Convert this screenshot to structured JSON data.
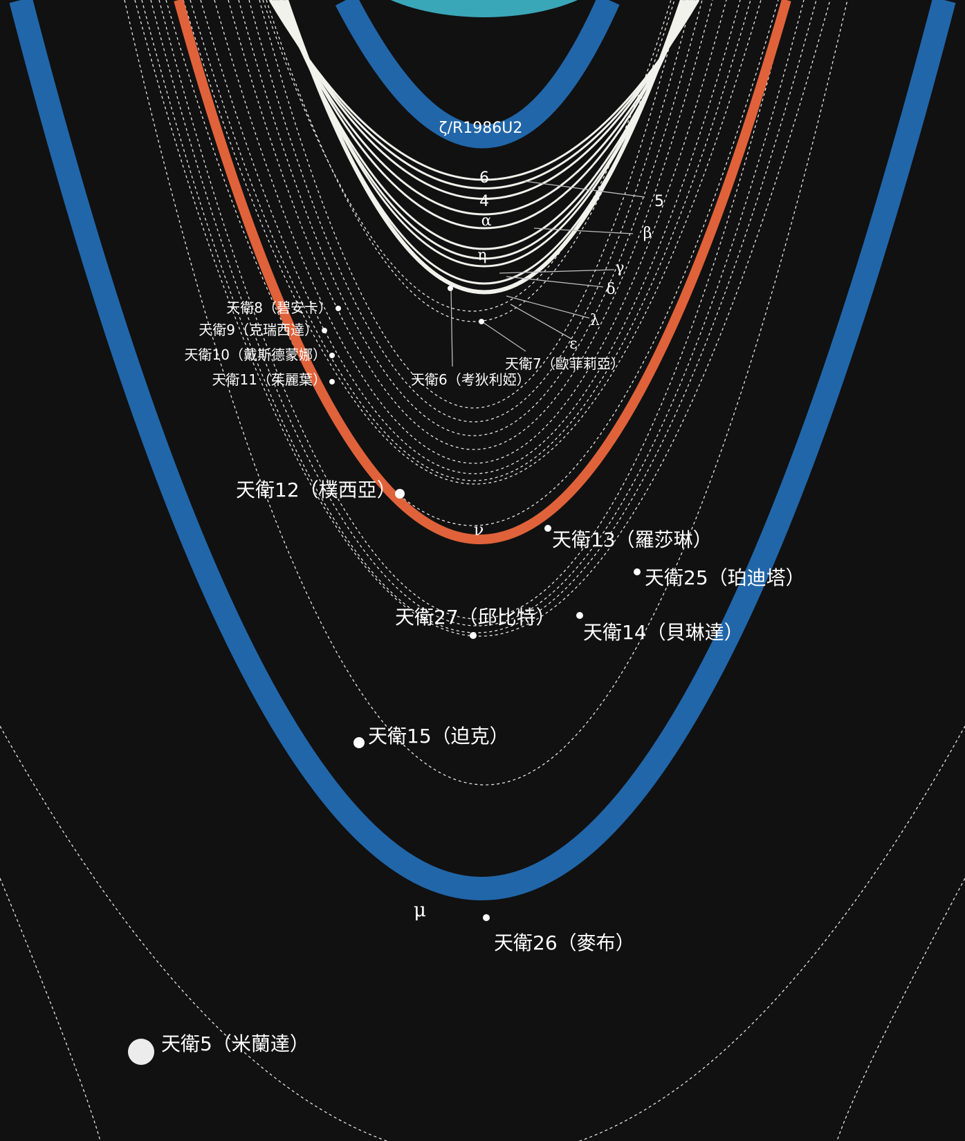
{
  "colors": {
    "background": "#111111",
    "planet": "#3aa7b8",
    "blue_ring": "#2166a9",
    "orange_ring": "#e0623a",
    "inner_ring": "#f2f2ec",
    "orbit": "#e6e6e6",
    "text": "#ffffff"
  },
  "rings": {
    "zeta": "ζ/R1986U2",
    "r6": "6",
    "r5": "5",
    "r4": "4",
    "alpha": "α",
    "beta": "β",
    "eta": "η",
    "gamma": "γ",
    "delta": "δ",
    "lambda": "λ",
    "epsilon": "ε",
    "nu": "ν",
    "mu": "μ"
  },
  "moons": {
    "m8": "天衛8（碧安卡）",
    "m9": "天衛9（克瑞西達）",
    "m10": "天衛10（戴斯德蒙娜）",
    "m11": "天衛11（茱麗葉）",
    "m6": "天衛6（考狄利婭）",
    "m7": "天衛7（歐菲莉亞）",
    "m12": "天衛12（樸西亞）",
    "m13": "天衛13（羅莎琳）",
    "m25": "天衛25（珀迪塔）",
    "m27": "天衛27（邱比特）",
    "m14": "天衛14（貝琳達）",
    "m15": "天衛15（迫克）",
    "m26": "天衛26（麥布）",
    "m5": "天衛5（米蘭達）"
  }
}
